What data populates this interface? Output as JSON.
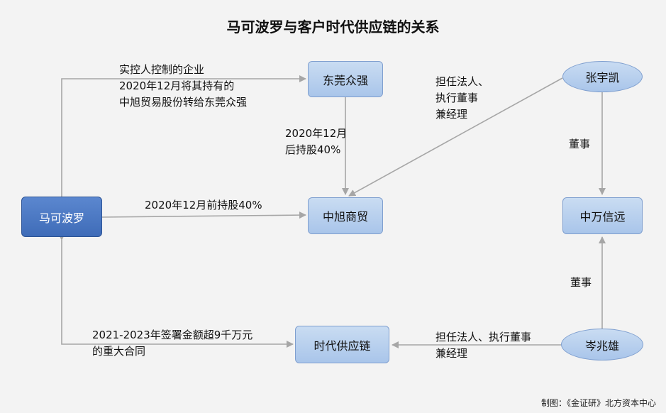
{
  "title": "马可波罗与客户时代供应链的关系",
  "nodes": {
    "makeboluo": "马可波罗",
    "dongguan": "东莞众强",
    "zhongxu": "中旭商贸",
    "shidai": "时代供应链",
    "zhangyukai": "张宇凯",
    "zhongwan": "中万信远",
    "cenzhaoxiong": "岑兆雄"
  },
  "edges": {
    "mk_to_dg": [
      "实控人控制的企业",
      "2020年12月将其持有的",
      "中旭贸易股份转给东莞众强"
    ],
    "dg_to_zx": [
      "2020年12月",
      "后持股40%"
    ],
    "mk_to_zx": [
      "2020年12月前持股40%"
    ],
    "zyk_to_zx": [
      "担任法人、",
      "执行董事",
      "兼经理"
    ],
    "zyk_to_zw": [
      "董事"
    ],
    "czx_to_zw": [
      "董事"
    ],
    "czx_to_sd": [
      "担任法人、执行董事",
      "兼经理"
    ],
    "sd_to_mk": [
      "2021-2023年签署金额超9千万元",
      "的重大合同"
    ]
  },
  "footer": "制图：《金证研》北方资本中心",
  "colors": {
    "main_node": "#4a76c1",
    "node_fill": "#b8d0ee",
    "edge": "#a6a6a6",
    "background": "#f3f3f3"
  }
}
